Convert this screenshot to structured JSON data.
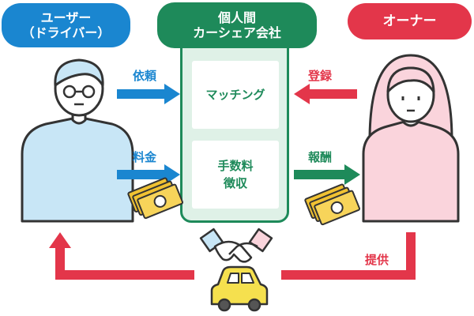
{
  "user": {
    "line1": "ユーザー",
    "line2": "（ドライバー）"
  },
  "company": {
    "line1": "個人間",
    "line2": "カーシェア会社"
  },
  "owner": {
    "label": "オーナー"
  },
  "service": {
    "matching": "マッチング",
    "fee_line1": "手数料",
    "fee_line2": "徴収"
  },
  "flows": {
    "request": "依頼",
    "fee": "料金",
    "register": "登録",
    "reward": "報酬",
    "provide": "提供"
  },
  "colors": {
    "user_blue": "#1a86d0",
    "company_green": "#1e8a5a",
    "owner_red": "#e3364a",
    "user_body": "#c8e6f6",
    "owner_body": "#fad4dc",
    "car_yellow": "#f5e04e"
  },
  "icons": [
    "user-figure-icon",
    "owner-figure-icon",
    "money-icon",
    "handshake-icon",
    "car-icon"
  ]
}
